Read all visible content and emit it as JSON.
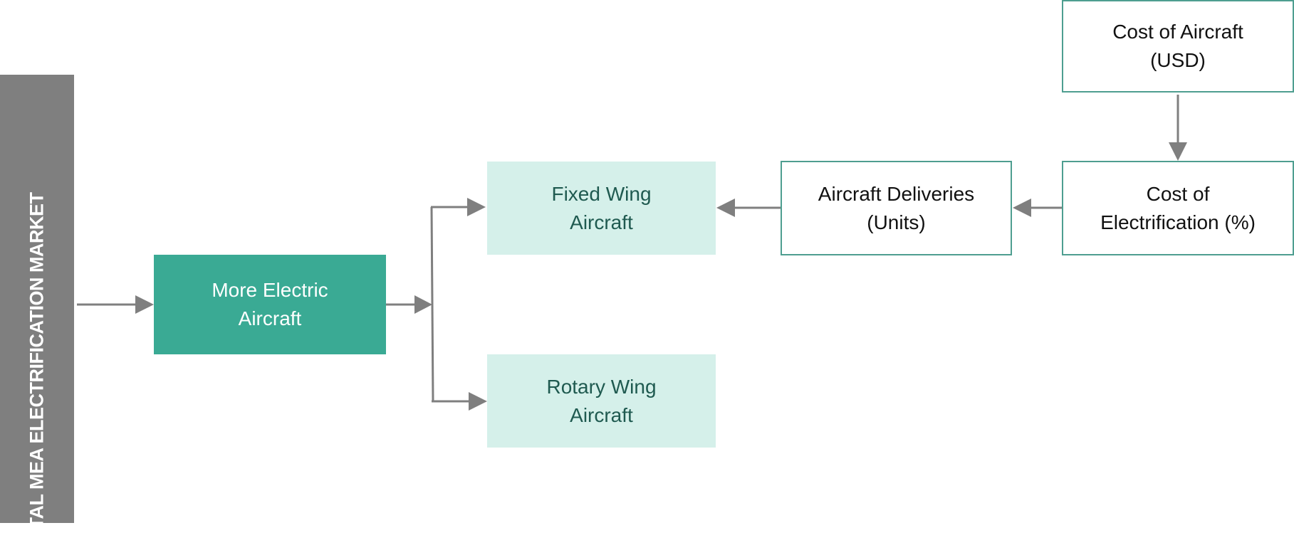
{
  "diagram": {
    "side_label": "TOTAL MEA ELECTRIFICATION MARKET",
    "nodes": {
      "more_electric_aircraft": "More Electric\nAircraft",
      "fixed_wing_aircraft": "Fixed Wing\nAircraft",
      "rotary_wing_aircraft": "Rotary Wing\nAircraft",
      "aircraft_deliveries": "Aircraft Deliveries\n(Units)",
      "cost_of_electrification": "Cost of\nElectrification (%)",
      "cost_of_aircraft": "Cost of Aircraft\n(USD)"
    },
    "edges": [
      {
        "from": "total_market",
        "to": "more_electric_aircraft"
      },
      {
        "from": "more_electric_aircraft",
        "to": "fixed_wing_aircraft"
      },
      {
        "from": "more_electric_aircraft",
        "to": "rotary_wing_aircraft"
      },
      {
        "from": "aircraft_deliveries",
        "to": "fixed_wing_aircraft"
      },
      {
        "from": "cost_of_electrification",
        "to": "aircraft_deliveries"
      },
      {
        "from": "cost_of_aircraft",
        "to": "cost_of_electrification"
      }
    ],
    "colors": {
      "side_bar": "#7f7f7f",
      "primary_node": "#3aaa94",
      "segment_node": "#d5f0ea",
      "segment_text": "#1f5a50",
      "input_border": "#4e9e90",
      "connector": "#7f7f7f"
    }
  }
}
